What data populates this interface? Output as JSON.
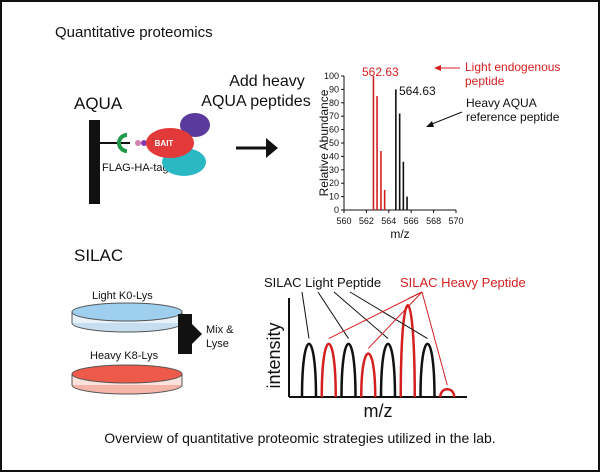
{
  "title": "Quantitative proteomics",
  "caption": "Overview of quantitative proteomic strategies utilized in the lab.",
  "aqua": {
    "label": "AQUA",
    "add_heavy_line1": "Add heavy",
    "add_heavy_line2": "AQUA peptides",
    "bait_label": "BAIT",
    "tag_label": "FLAG-HA-tag",
    "colors": {
      "bait": "#e23a3a",
      "purple": "#5a3a9c",
      "teal": "#2ab8c4",
      "green_hook": "#1f9a4a"
    },
    "chart_data": {
      "type": "bar",
      "xlabel": "m/z",
      "ylabel": "Relative Abundance",
      "xlim": [
        560,
        570
      ],
      "ylim": [
        0,
        100
      ],
      "xticks": [
        560,
        562,
        564,
        566,
        568,
        570
      ],
      "yticks": [
        0,
        10,
        20,
        30,
        40,
        50,
        60,
        70,
        80,
        90,
        100
      ],
      "series": [
        {
          "name": "Light endogenous peptide",
          "color": "#d42020",
          "peaks": [
            [
              562.63,
              100
            ],
            [
              562.95,
              85
            ],
            [
              563.3,
              44
            ],
            [
              563.63,
              15
            ]
          ]
        },
        {
          "name": "Heavy AQUA reference peptide",
          "color": "#111111",
          "peaks": [
            [
              564.63,
              90
            ],
            [
              564.97,
              72
            ],
            [
              565.3,
              36
            ],
            [
              565.63,
              10
            ]
          ]
        }
      ],
      "annotations": {
        "light_peak_label": "562.63",
        "heavy_peak_label": "564.63",
        "light_line1": "Light endogenous",
        "light_line2": "peptide",
        "heavy_line1": "Heavy AQUA",
        "heavy_line2": "reference peptide"
      }
    }
  },
  "silac": {
    "label": "SILAC",
    "light_dish_label": "Light K0-Lys",
    "heavy_dish_label": "Heavy K8-Lys",
    "mix_line1": "Mix &",
    "mix_line2": "Lyse",
    "colors": {
      "light_dish": "#9ecfee",
      "heavy_dish": "#ee5a4a"
    },
    "chart_data": {
      "type": "line",
      "xlabel": "m/z",
      "ylabel": "intensity",
      "legend": {
        "light": "SILAC Light Peptide",
        "heavy": "SILAC Heavy Peptide"
      },
      "series": [
        {
          "name": "SILAC Light Peptide",
          "color": "#111111",
          "peaks": [
            1,
            3,
            5,
            7
          ]
        },
        {
          "name": "SILAC Heavy Peptide",
          "color": "#d42020",
          "peaks": [
            2,
            4,
            6,
            8
          ]
        }
      ],
      "peak_heights": [
        55,
        55,
        55,
        45,
        55,
        95,
        55,
        8
      ]
    }
  }
}
